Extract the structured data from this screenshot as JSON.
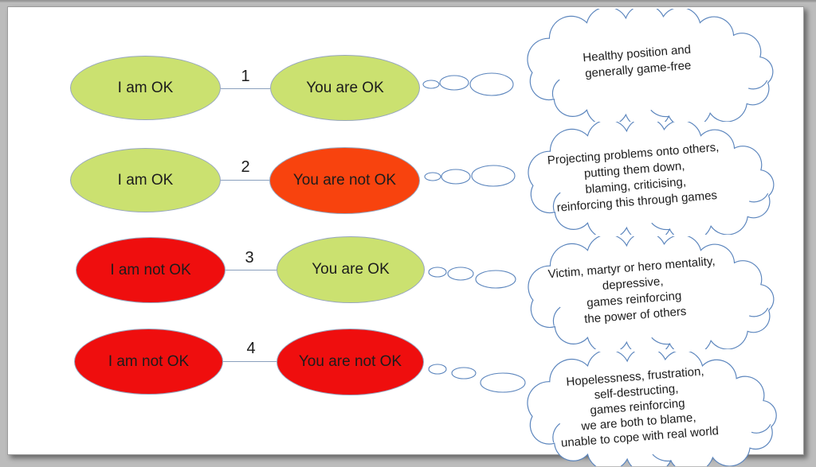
{
  "workspace_background": "#bcbcbc",
  "colors": {
    "ok_green": "#cbe170",
    "not_ok_orange": "#f8430e",
    "not_ok_red": "#ef0e0e",
    "cloud_outline": "#5b85bd",
    "ellipse_outline": "#97a6bf",
    "connector": "#8aa0bd",
    "text": "#1c1c1c"
  },
  "diagram": {
    "rows": [
      {
        "number": "1",
        "left_ellipse": {
          "label": "I am OK",
          "state": "ok"
        },
        "right_ellipse": {
          "label": "You are OK",
          "state": "ok"
        },
        "thought": {
          "lines": [
            "Healthy position and",
            "generally game-free"
          ]
        }
      },
      {
        "number": "2",
        "left_ellipse": {
          "label": "I am OK",
          "state": "ok"
        },
        "right_ellipse": {
          "label": "You are not OK",
          "state": "not-ok-orange"
        },
        "thought": {
          "lines": [
            "Projecting problems onto others,",
            "putting them down,",
            "blaming, criticising,",
            "reinforcing this through games"
          ]
        }
      },
      {
        "number": "3",
        "left_ellipse": {
          "label": "I am not OK",
          "state": "not-ok-red"
        },
        "right_ellipse": {
          "label": "You are OK",
          "state": "ok"
        },
        "thought": {
          "lines": [
            "Victim, martyr or hero mentality,",
            "depressive,",
            "games reinforcing",
            "the power of others"
          ]
        }
      },
      {
        "number": "4",
        "left_ellipse": {
          "label": "I am not OK",
          "state": "not-ok-red"
        },
        "right_ellipse": {
          "label": "You are not OK",
          "state": "not-ok-red"
        },
        "thought": {
          "lines": [
            "Hopelessness, frustration,",
            "self-destructing,",
            "games reinforcing",
            "we are both to blame,",
            "unable to cope with real world"
          ]
        }
      }
    ]
  }
}
